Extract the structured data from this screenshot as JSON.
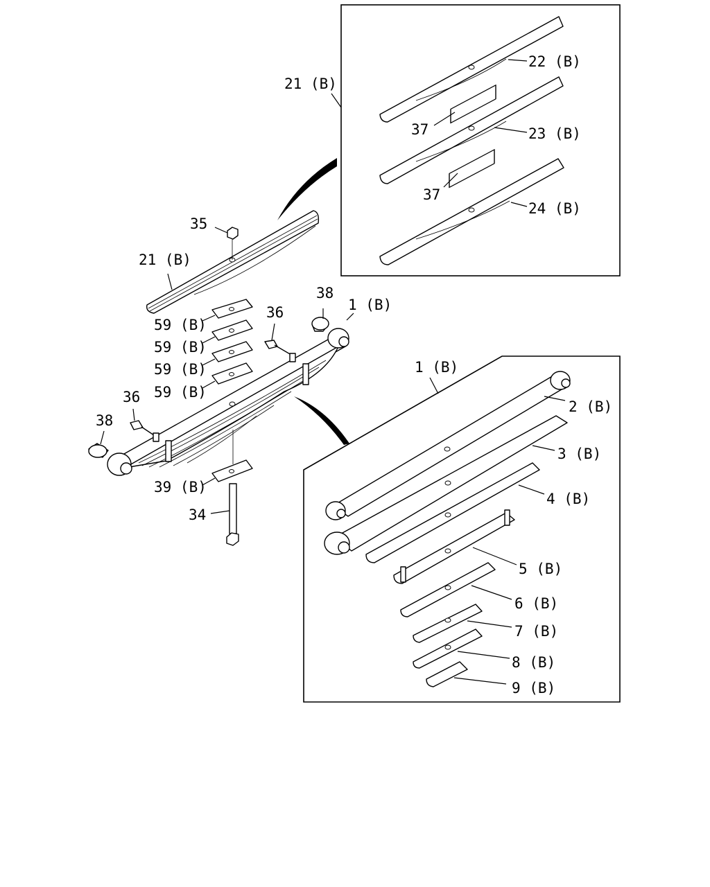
{
  "labels": {
    "l_21b_box": "21 (B)",
    "l_22b": "22 (B)",
    "l_37a": "37",
    "l_23b": "23 (B)",
    "l_37b": "37",
    "l_24b": "24 (B)",
    "l_35": "35",
    "l_21b": "21 (B)",
    "l_38a": "38",
    "l_1b": "1 (B)",
    "l_36a": "36",
    "l_59a": "59 (B)",
    "l_59b": "59 (B)",
    "l_59c": "59 (B)",
    "l_59d": "59 (B)",
    "l_36b": "36",
    "l_38b": "38",
    "l_39b": "39 (B)",
    "l_34": "34",
    "l_1b_box": "1 (B)",
    "l_2b": "2 (B)",
    "l_3b": "3 (B)",
    "l_4b": "4 (B)",
    "l_5b": "5 (B)",
    "l_6b": "6 (B)",
    "l_7b": "7 (B)",
    "l_8b": "8 (B)",
    "l_9b": "9 (B)"
  }
}
